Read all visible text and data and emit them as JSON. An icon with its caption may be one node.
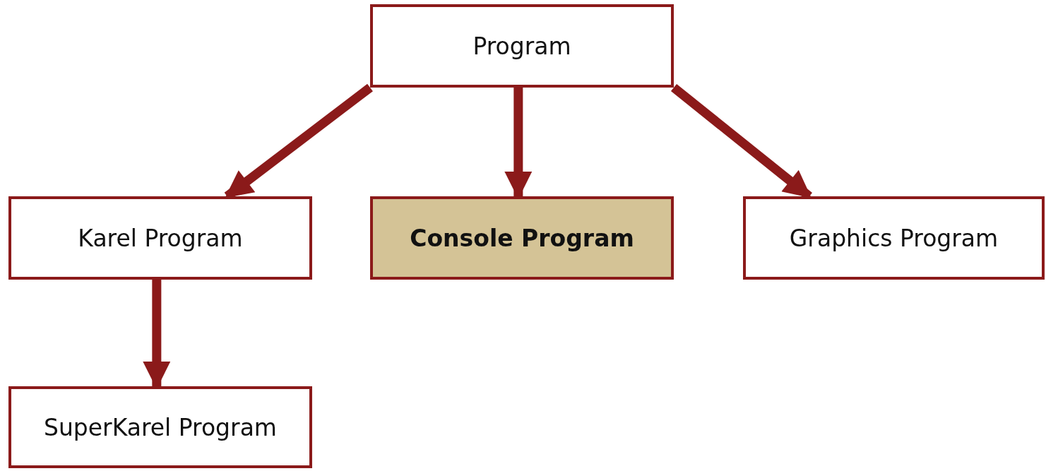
{
  "diagram": {
    "nodes": [
      {
        "text": [
          "Program"
        ]
      },
      {
        "text": [
          "Karel Program"
        ]
      },
      {
        "text": [
          "Console Program"
        ]
      },
      {
        "text": [
          "Graphics Program"
        ]
      },
      {
        "text": [
          "SuperKarel Program"
        ]
      }
    ],
    "edges": [
      {
        "from": 0,
        "to": 1,
        "arrow": "to"
      },
      {
        "from": 0,
        "to": 2,
        "arrow": "to"
      },
      {
        "from": 0,
        "to": 3,
        "arrow": "to"
      },
      {
        "from": 1,
        "to": 4,
        "arrow": "to"
      }
    ]
  }
}
